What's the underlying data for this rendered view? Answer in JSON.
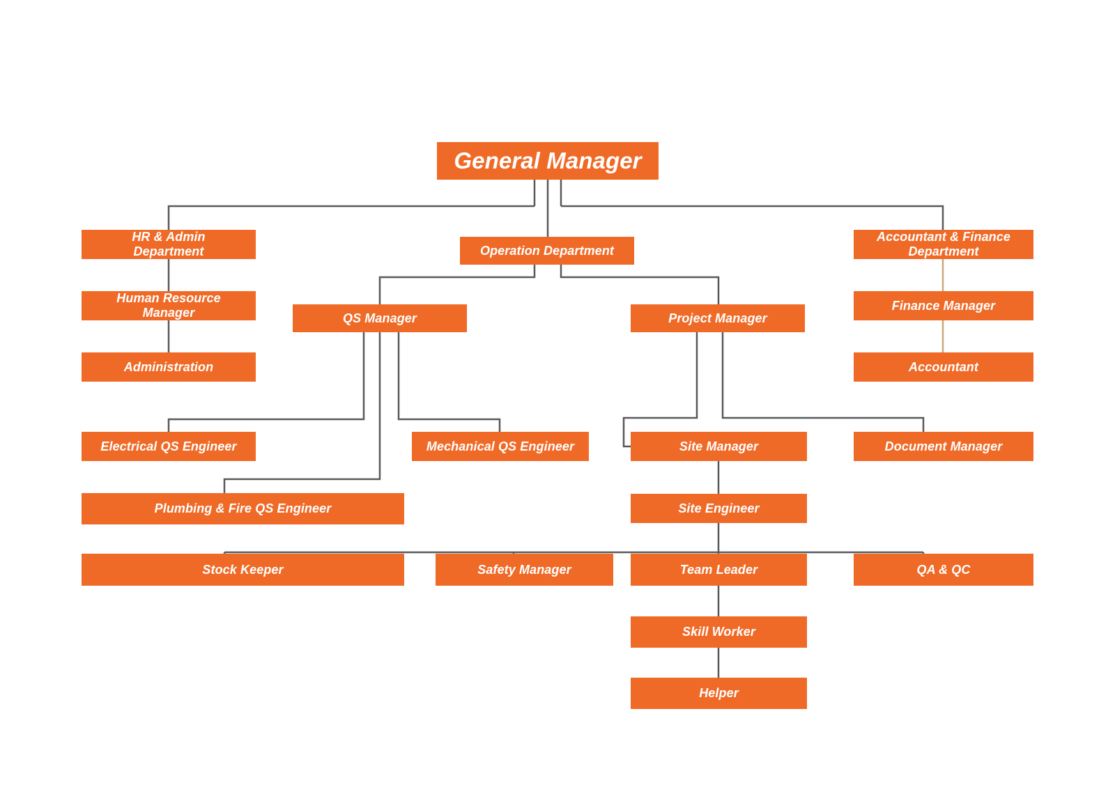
{
  "chart": {
    "title_node": "General Manager",
    "type": "organizational-chart",
    "accent_color": "#F06A27",
    "connector_color": "#58595B",
    "connector_color_alt": "#C9A77C",
    "text_color": "#FFFFFF",
    "background": "#FFFFFF"
  },
  "nodes": {
    "general_manager": "General Manager",
    "hr_admin_department": "HR & Admin\nDepartment",
    "operation_department": "Operation Department",
    "accountant_finance_department": "Accountant & Finance\nDepartment",
    "human_resource_manager": "Human Resource\nManager",
    "qs_manager": "QS Manager",
    "project_manager": "Project Manager",
    "finance_manager": "Finance Manager",
    "administration": "Administration",
    "accountant": "Accountant",
    "electrical_qs_engineer": "Electrical QS Engineer",
    "mechanical_qs_engineer": "Mechanical QS Engineer",
    "site_manager": "Site Manager",
    "document_manager": "Document Manager",
    "plumbing_fire_qs_engineer": "Plumbing & Fire QS Engineer",
    "site_engineer": "Site Engineer",
    "stock_keeper": "Stock Keeper",
    "safety_manager": "Safety Manager",
    "team_leader": "Team Leader",
    "qa_qc": "QA & QC",
    "skill_worker": "Skill Worker",
    "helper": "Helper"
  },
  "hierarchy": {
    "General Manager": [
      "HR & Admin Department",
      "Operation Department",
      "Accountant & Finance Department"
    ],
    "HR & Admin Department": [
      "Human Resource Manager"
    ],
    "Human Resource Manager": [
      "Administration"
    ],
    "Operation Department": [
      "QS Manager",
      "Project Manager"
    ],
    "Accountant & Finance Department": [
      "Finance Manager"
    ],
    "Finance Manager": [
      "Accountant"
    ],
    "QS Manager": [
      "Electrical QS Engineer",
      "Mechanical QS Engineer",
      "Plumbing & Fire QS Engineer"
    ],
    "Project Manager": [
      "Site Manager",
      "Document Manager"
    ],
    "Site Manager": [
      "Site Engineer"
    ],
    "Site Engineer": [
      "Stock Keeper",
      "Safety Manager",
      "Team Leader",
      "QA & QC"
    ],
    "Team Leader": [
      "Skill Worker"
    ],
    "Skill Worker": [
      "Helper"
    ]
  }
}
